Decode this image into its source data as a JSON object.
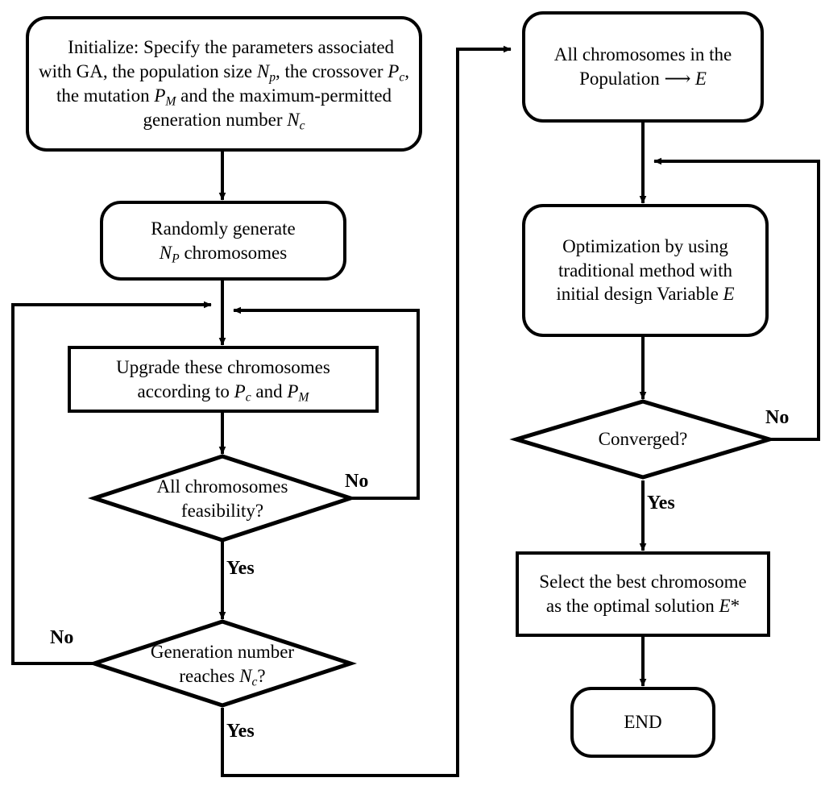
{
  "diagram": {
    "title": "Genetic Algorithm hybrid optimization flowchart",
    "type": "flowchart",
    "line_color": "#000000",
    "fill_color": "#ffffff",
    "text_color": "#000000"
  },
  "nodes": {
    "initialize": {
      "shape": "rounded-rectangle",
      "lines": [
        "Initialize: Specify the parameters",
        "associated with GA, the population size N_p,",
        "the crossover P_c, the mutation P_M and the",
        "maximum-permitted generation number N_c"
      ]
    },
    "randomly_generate": {
      "shape": "rounded-rectangle",
      "lines": [
        "Randomly generate",
        "N_P chromosomes"
      ]
    },
    "upgrade": {
      "shape": "rectangle",
      "lines": [
        "Upgrade these chromosomes",
        "according to P_c and P_M"
      ]
    },
    "feasibility": {
      "shape": "diamond",
      "lines": [
        "All chromosomes",
        "feasibility?"
      ]
    },
    "generation_number": {
      "shape": "diamond",
      "lines": [
        "Generation number",
        "reaches N_c?"
      ]
    },
    "all_chromosomes_population": {
      "shape": "rounded-rectangle",
      "lines": [
        "All chromosomes in the",
        "Population ⟶ E"
      ]
    },
    "optimization": {
      "shape": "rounded-rectangle",
      "lines": [
        "Optimization by using",
        "traditional method with",
        "initial design Variable E"
      ]
    },
    "converged": {
      "shape": "diamond",
      "lines": [
        "Converged?"
      ]
    },
    "select_best": {
      "shape": "rectangle",
      "lines": [
        "Select the best chromosome",
        "as the optimal solution E*"
      ]
    },
    "end": {
      "shape": "rounded-rectangle",
      "lines": [
        "END"
      ]
    }
  },
  "edge_labels": {
    "feasibility_no": "No",
    "feasibility_yes": "Yes",
    "generation_no": "No",
    "generation_yes": "Yes",
    "converged_no": "No",
    "converged_yes": "Yes"
  },
  "symbols": {
    "N_p": "Np",
    "N_P": "NP",
    "N_c": "Nc",
    "P_c": "Pc",
    "P_M": "PM",
    "E": "E",
    "E_star": "E*",
    "assign_arrow": "⟶"
  }
}
